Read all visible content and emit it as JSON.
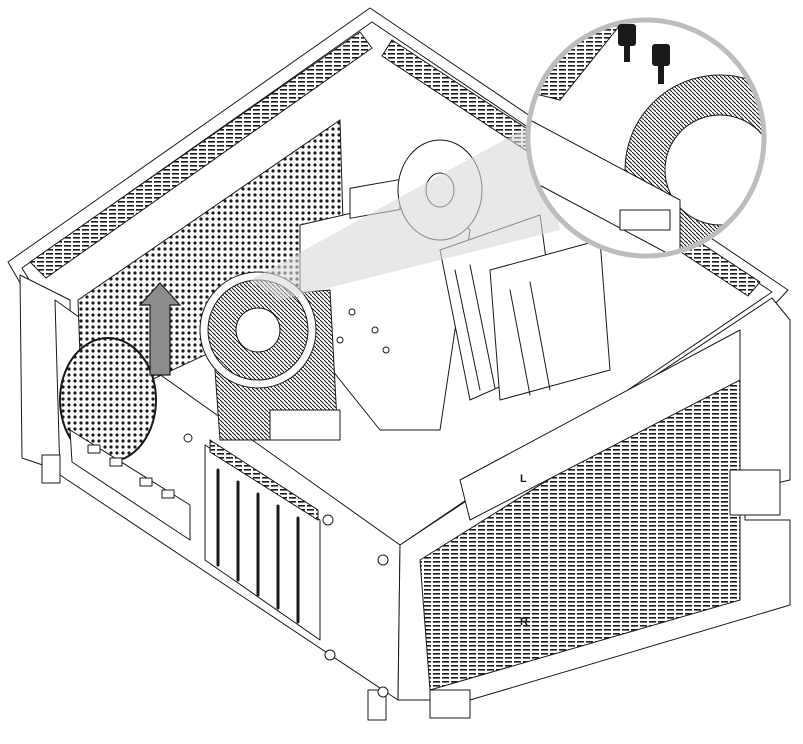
{
  "labels": {
    "left": "L",
    "right": "R"
  },
  "callouts": {
    "arrow": "up-arrow",
    "zoom": "magnified-detail-circle"
  },
  "colors": {
    "ink": "#1a1a1a",
    "arrow": "#8c8c8c",
    "beam": "#d9d9d9",
    "zoom_ring": "#bdbdbd"
  }
}
